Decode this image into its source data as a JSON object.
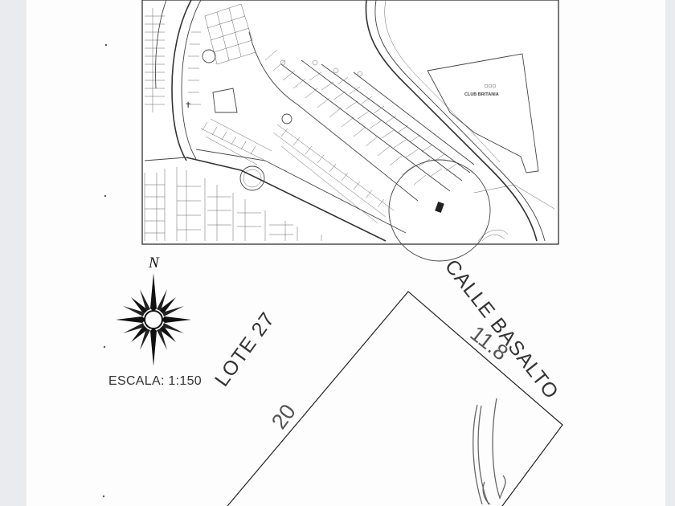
{
  "map": {
    "club_label": "CLUB BRITANIA"
  },
  "compass": {
    "north_label": "N",
    "icon": "compass-rose-icon"
  },
  "scale": {
    "label": "ESCALA: 1:150"
  },
  "lot": {
    "label": "LOTE 27",
    "side_dimension": "20",
    "street_label": "CALLE BASALTO",
    "street_dimension": "11.8"
  }
}
